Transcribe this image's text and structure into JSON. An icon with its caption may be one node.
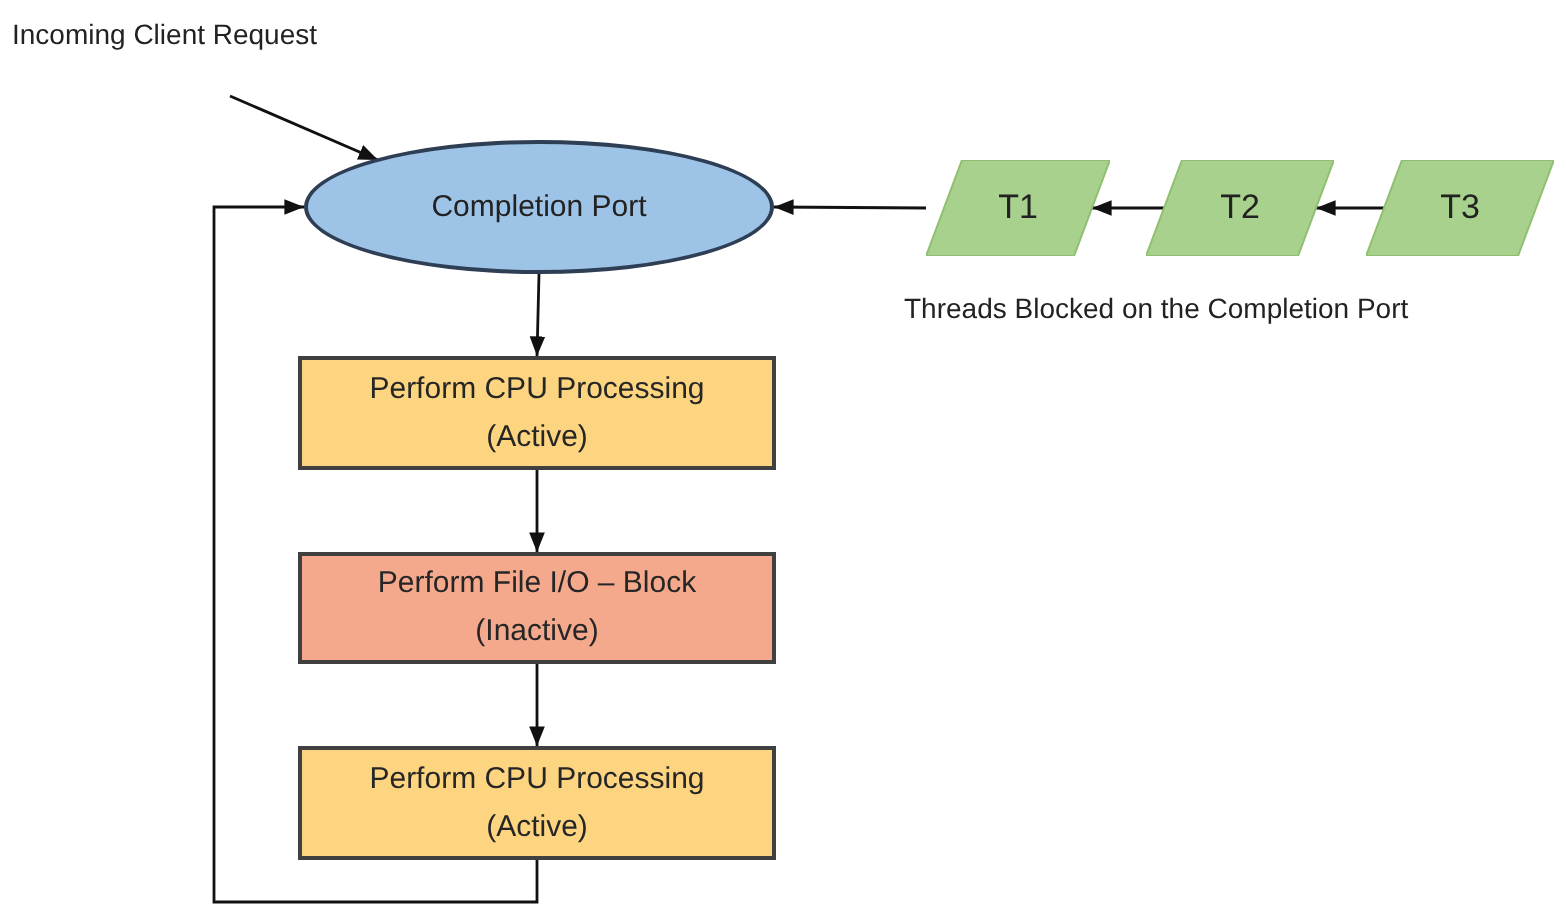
{
  "diagram": {
    "nodes": [
      {
        "text": [
          "Incoming Client Request"
        ]
      },
      {
        "text": [
          "Completion Port"
        ]
      },
      {
        "text": [
          "Perform CPU Processing (Active)"
        ]
      },
      {
        "text": [
          "Perform File I/O – Block (Inactive)"
        ]
      },
      {
        "text": [
          "Perform CPU Processing (Active)"
        ]
      },
      {
        "text": [
          "T1"
        ]
      },
      {
        "text": [
          "T2"
        ]
      },
      {
        "text": [
          "T3"
        ]
      }
    ],
    "edges": [
      {
        "from": 0,
        "to": 1,
        "arrow": "to"
      },
      {
        "from": 5,
        "to": 1,
        "arrow": "to"
      },
      {
        "from": 6,
        "to": 5,
        "arrow": "to"
      },
      {
        "from": 7,
        "to": 6,
        "arrow": "to"
      },
      {
        "from": 1,
        "to": 2,
        "arrow": "to"
      },
      {
        "from": 2,
        "to": 3,
        "arrow": "to"
      },
      {
        "from": 3,
        "to": 4,
        "arrow": "to"
      },
      {
        "from": 4,
        "to": 1,
        "arrow": "to"
      }
    ],
    "labels": [
      "Threads Blocked on the Completion Port"
    ]
  }
}
